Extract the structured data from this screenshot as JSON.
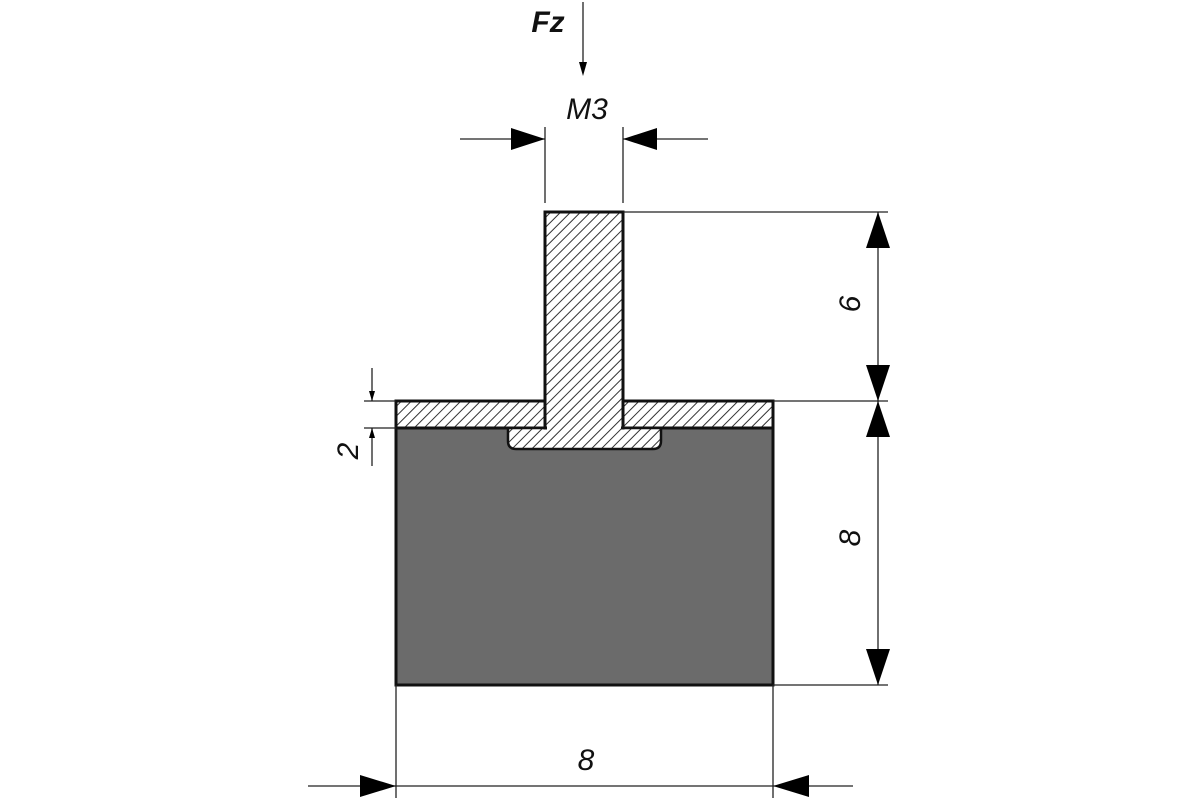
{
  "force": {
    "label": "Fz"
  },
  "thread": {
    "label": "M3"
  },
  "dimensions": {
    "stud_height": "6",
    "body_height": "8",
    "plate_thickness": "2",
    "body_width": "8"
  },
  "colors": {
    "rubber": "#6b6b6b",
    "hatch": "#333333",
    "metal": "#ffffff",
    "line": "#111111"
  }
}
